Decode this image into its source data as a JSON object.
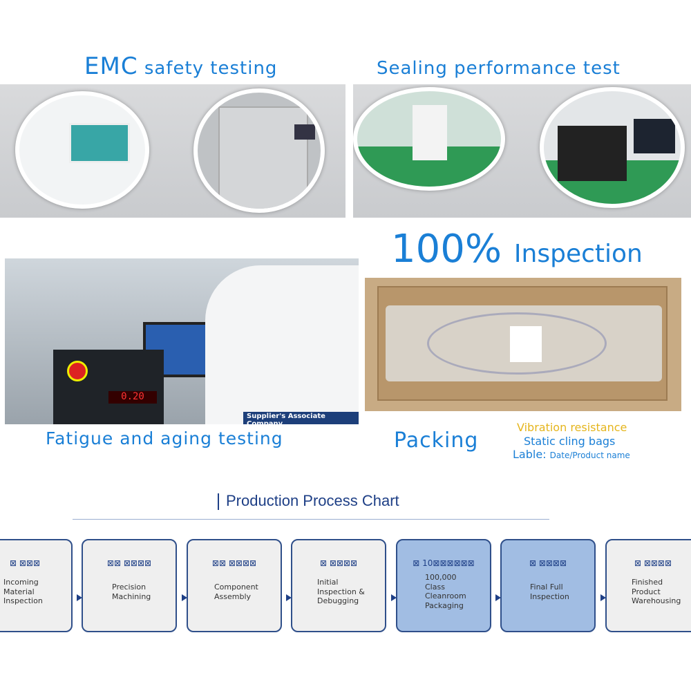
{
  "sections": {
    "emc_title_a": "EMC",
    "emc_title_b": "safety testing",
    "sealing_title": "Sealing performance test",
    "inspection_title_a": "100%",
    "inspection_title_b": "Inspection",
    "fatigue_title": "Fatigue and aging testing",
    "packing_title": "Packing",
    "supplier_badge": "Supplier's Associate Company",
    "display_value": "0.20"
  },
  "packing_notes": {
    "vibration": "Vibration resistance",
    "static": "Static cling bags",
    "label_key": "Lable:",
    "label_value": "Date/Product name"
  },
  "process": {
    "title": "Production Process Chart",
    "steps": [
      {
        "cn": "⊠ ⊠⊠⊠",
        "en": "Incoming\nMaterial\nInspection"
      },
      {
        "cn": "⊠⊠ ⊠⊠⊠⊠",
        "en": "Precision\nMachining"
      },
      {
        "cn": "⊠⊠ ⊠⊠⊠⊠",
        "en": "Component\nAssembly"
      },
      {
        "cn": "⊠ ⊠⊠⊠⊠",
        "en": "Initial\nInspection &\nDebugging"
      },
      {
        "cn": "⊠ 10⊠⊠⊠⊠⊠⊠",
        "en": "100,000\nClass\nCleanroom\nPackaging"
      },
      {
        "cn": "⊠ ⊠⊠⊠⊠",
        "en": "Final Full\nInspection"
      },
      {
        "cn": "⊠ ⊠⊠⊠⊠",
        "en": "Finished\nProduct\nWarehousing"
      }
    ]
  }
}
